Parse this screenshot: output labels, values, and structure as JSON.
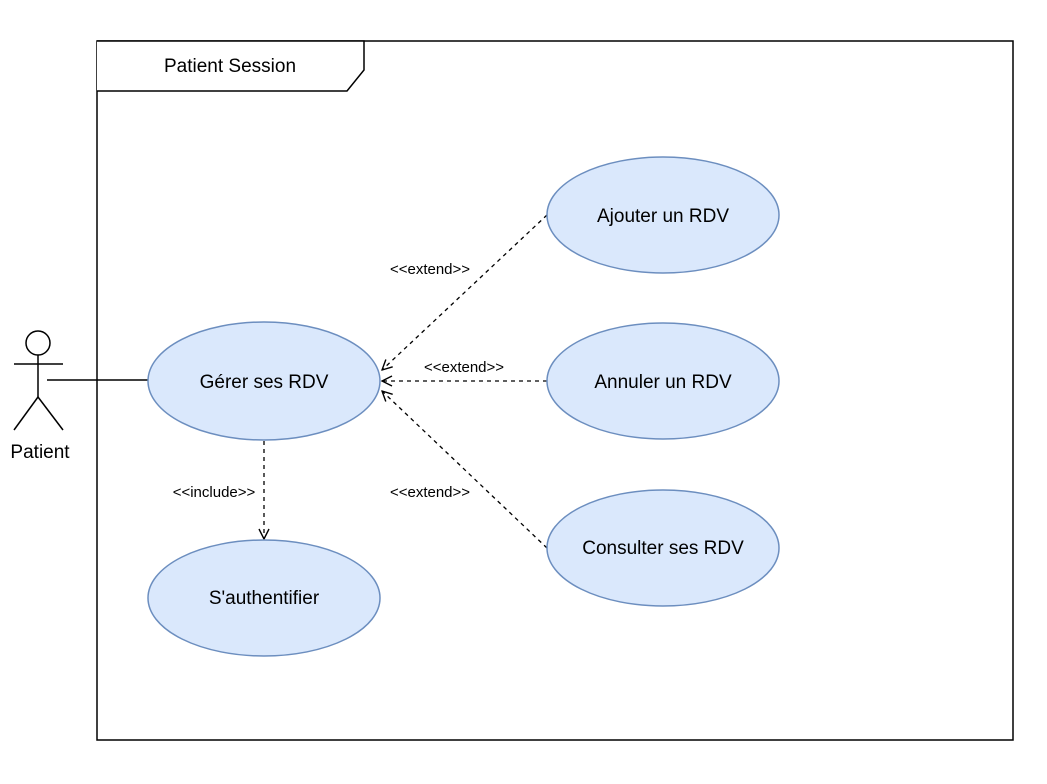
{
  "frame": {
    "title": "Patient Session"
  },
  "actor": {
    "name": "Patient"
  },
  "use_cases": {
    "gerer": "Gérer ses RDV",
    "auth": "S'authentifier",
    "ajouter": "Ajouter un RDV",
    "annuler": "Annuler un RDV",
    "consulter": "Consulter ses RDV"
  },
  "relations": {
    "include": "<<include>>",
    "extend_ajouter": "<<extend>>",
    "extend_annuler": "<<extend>>",
    "extend_consulter": "<<extend>>"
  },
  "colors": {
    "usecase_fill": "#dae8fc",
    "usecase_stroke": "#6c8ebf",
    "line": "#000000"
  }
}
